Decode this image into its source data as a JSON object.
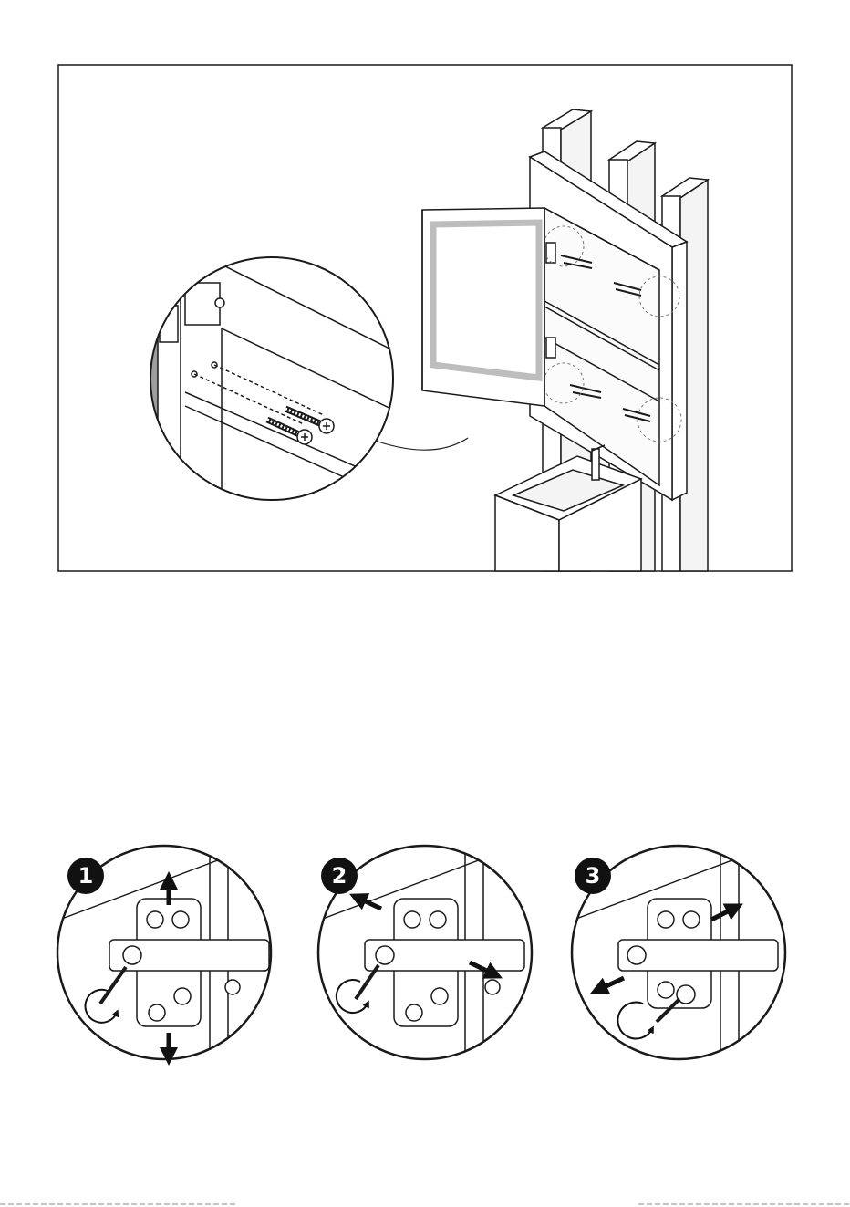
{
  "steps": [
    {
      "label": "1"
    },
    {
      "label": "2"
    },
    {
      "label": "3"
    }
  ],
  "colors": {
    "line": "#1a1a1a",
    "led_strip": "#bdbdbd",
    "badge": "#111111",
    "badge_text": "#ffffff",
    "background": "#ffffff"
  },
  "icons": [
    "screw-icon",
    "hinge-icon",
    "screwdriver-icon",
    "arrow-icon",
    "rotate-arrow-icon"
  ]
}
